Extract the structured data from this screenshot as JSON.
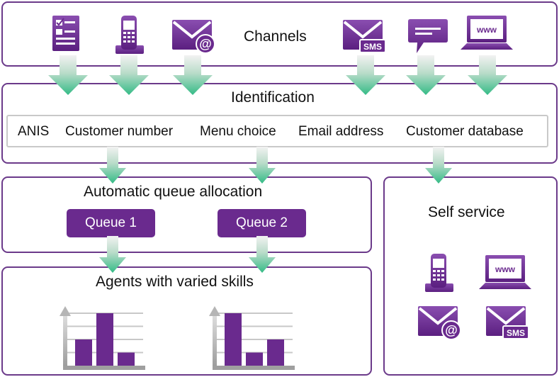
{
  "channels": {
    "title": "Channels",
    "icons": [
      "form-icon",
      "mobile-phone-icon",
      "email-icon",
      "sms-icon",
      "chat-bubble-icon",
      "web-laptop-icon"
    ]
  },
  "identification": {
    "title": "Identification",
    "methods": [
      "ANIS",
      "Customer number",
      "Menu choice",
      "Email address",
      "Customer database"
    ]
  },
  "queue_allocation": {
    "title": "Automatic queue allocation",
    "queues": [
      "Queue 1",
      "Queue 2"
    ]
  },
  "agents": {
    "title": "Agents with varied skills",
    "skill_charts": [
      {
        "values": [
          2,
          4,
          1
        ]
      },
      {
        "values": [
          4,
          1,
          2
        ]
      }
    ]
  },
  "self_service": {
    "title": "Self service",
    "icons": [
      "mobile-phone-icon",
      "web-laptop-icon",
      "email-icon",
      "sms-icon"
    ],
    "www_text": "www",
    "sms_text": "SMS"
  },
  "colors": {
    "purple": "#6a2a8e",
    "border": "#6b3a8a",
    "arrow": "#3dbf8a",
    "grey_axis": "#b5b5b5"
  }
}
